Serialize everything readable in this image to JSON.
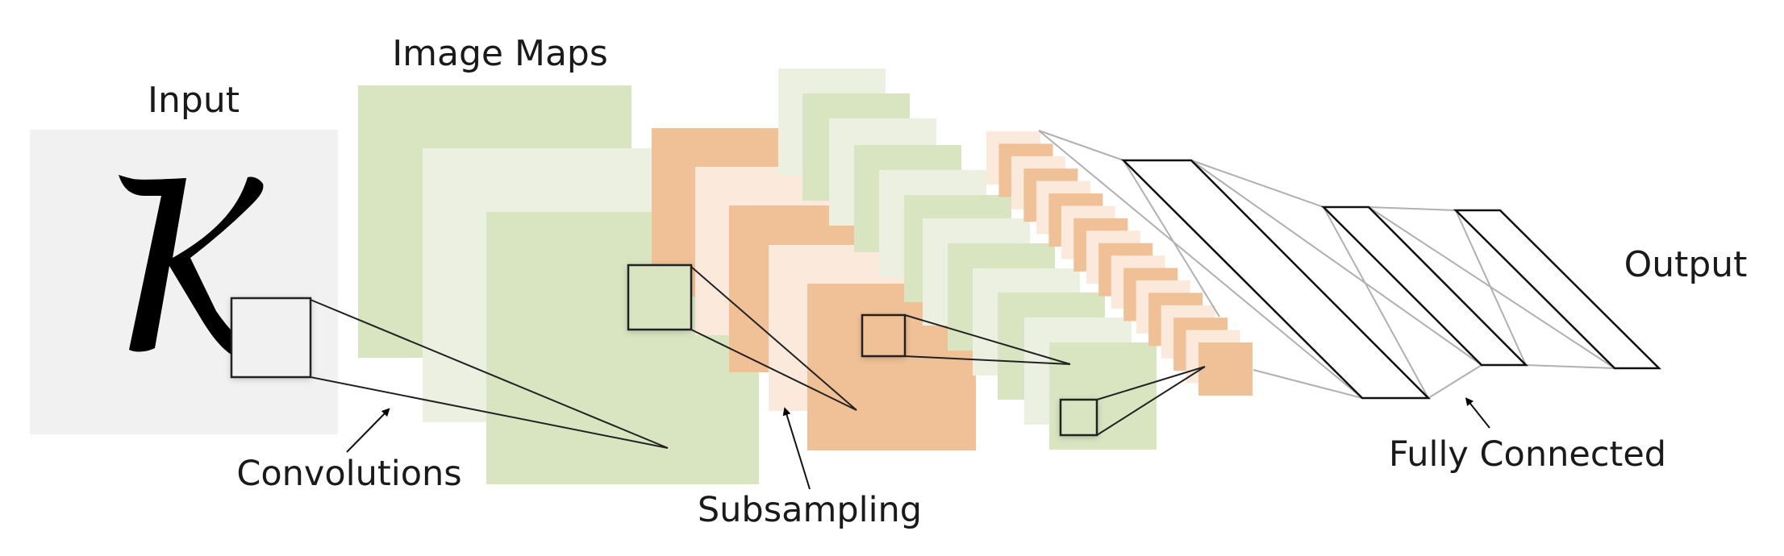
{
  "title": "Convolutional Neural Network Architecture",
  "labels": {
    "input": "Input",
    "image_maps": "Image Maps",
    "output": "Output",
    "convolutions": "Convolutions",
    "subsampling": "Subsampling",
    "fully_connected": "Fully Connected"
  },
  "input_glyph": "K",
  "colors": {
    "input_bg": "#F1F1F1",
    "green": "#D9E4C1",
    "light_green": "#EBF0E0",
    "orange": "#F0C096",
    "light_orange": "#FBE9DC",
    "line_dark": "#1a1a1a",
    "line_gray": "#b0b0b0"
  },
  "layers": [
    {
      "name": "input",
      "type": "input",
      "maps": 1
    },
    {
      "name": "conv1",
      "type": "convolution",
      "maps": 3
    },
    {
      "name": "subsample1",
      "type": "subsampling",
      "maps": 5
    },
    {
      "name": "conv2",
      "type": "convolution",
      "maps": 12
    },
    {
      "name": "subsample2",
      "type": "subsampling",
      "maps": 18
    },
    {
      "name": "fc1",
      "type": "fully-connected"
    },
    {
      "name": "fc2",
      "type": "fully-connected"
    },
    {
      "name": "output",
      "type": "fully-connected"
    }
  ]
}
